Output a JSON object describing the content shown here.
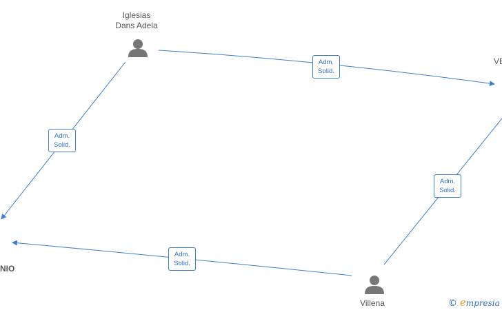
{
  "nodes": {
    "iglesias": {
      "name_line1": "Iglesias",
      "name_line2": "Dans Adela",
      "icon": "person-icon"
    },
    "villena": {
      "name": "Villena",
      "icon": "person-icon"
    },
    "right_partial": {
      "name": "VE"
    },
    "left_partial": {
      "name": "NIO"
    }
  },
  "edges": [
    {
      "line1": "Adm.",
      "line2": "Solid."
    },
    {
      "line1": "Adm.",
      "line2": "Solid."
    },
    {
      "line1": "Adm.",
      "line2": "Solid."
    },
    {
      "line1": "Adm.",
      "line2": "Solid."
    }
  ],
  "colors": {
    "edge": "#3a7fd0",
    "icon": "#777777",
    "label": "#555555",
    "brand_accent": "#f29a1f"
  },
  "watermark": {
    "copyright": "©",
    "brand_first": "e",
    "brand_rest": "mpresia"
  }
}
